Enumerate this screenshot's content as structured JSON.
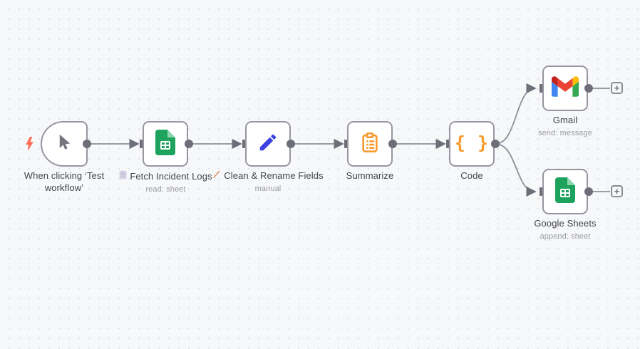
{
  "canvas": {
    "background_color": "#f7f8fa",
    "grid_dot_color": "#e2e2e9",
    "connector_color": "#8e8e96",
    "port_color": "#6e6e78",
    "node_border_color": "#97969e"
  },
  "nodes": [
    {
      "name": "When clicking ‘Test workflow’",
      "subtitle": "",
      "type": "manual-trigger",
      "icon": "cursor-arrow-icon",
      "trigger_icon": "lightning-bolt-icon"
    },
    {
      "name": "Fetch Incident Logs",
      "subtitle": "read: sheet",
      "type": "google-sheets",
      "icon": "google-sheets-icon",
      "label_icon": "note-icon"
    },
    {
      "name": "Clean & Rename Fields",
      "subtitle": "manual",
      "type": "edit-fields",
      "icon": "edit-pencil-icon",
      "label_icon": "pencil-icon"
    },
    {
      "name": "Summarize",
      "subtitle": "",
      "type": "summarize",
      "icon": "clipboard-icon"
    },
    {
      "name": "Code",
      "subtitle": "",
      "type": "code",
      "icon": "curly-braces-icon",
      "icon_glyph": "{ }"
    },
    {
      "name": "Gmail",
      "subtitle": "send: message",
      "type": "gmail",
      "icon": "gmail-icon"
    },
    {
      "name": "Google Sheets",
      "subtitle": "append: sheet",
      "type": "google-sheets",
      "icon": "google-sheets-icon"
    }
  ],
  "controls": {
    "add_node_glyph": "+"
  },
  "icon_colors": {
    "trigger_bolt": "#ff6d5a",
    "cursor_gray": "#75757f",
    "sheets_green": "#1ea35f",
    "sheets_fold": "#8fd4ae",
    "edit_blue": "#3d42e1",
    "node_orange": "#f89a2e",
    "gmail_red": "#ea4335",
    "gmail_dark_red": "#c5221f",
    "gmail_blue": "#4285f4",
    "gmail_green": "#34a853",
    "gmail_yellow": "#fbbc04",
    "note_lavender": "#d7d3e4",
    "label_pencil_orange": "#e08f63"
  }
}
